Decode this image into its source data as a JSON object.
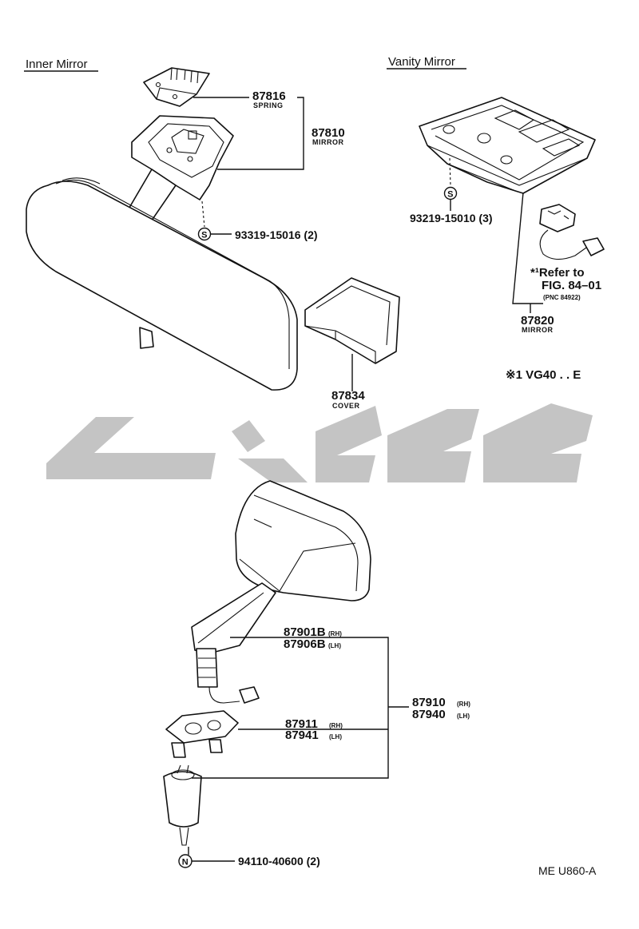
{
  "sections": {
    "inner_mirror": "Inner Mirror",
    "vanity_mirror": "Vanity Mirror"
  },
  "parts": {
    "p87816": {
      "number": "87816",
      "name": "SPRING"
    },
    "p87810": {
      "number": "87810",
      "name": "MIRROR"
    },
    "p93319": {
      "number": "93319-15016 (2)",
      "symbol": "S"
    },
    "p87834": {
      "number": "87834",
      "name": "COVER"
    },
    "p93219": {
      "number": "93219-15010 (3)",
      "symbol": "S"
    },
    "p87820": {
      "number": "87820",
      "name": "MIRROR"
    },
    "p87901B": {
      "number": "87901B",
      "side": "(RH)"
    },
    "p87906B": {
      "number": "87906B",
      "side": "(LH)"
    },
    "p87910": {
      "number": "87910",
      "side": "(RH)"
    },
    "p87940": {
      "number": "87940",
      "side": "(LH)"
    },
    "p87911": {
      "number": "87911",
      "side": "(RH)"
    },
    "p87941": {
      "number": "87941",
      "side": "(LH)"
    },
    "p94110": {
      "number": "94110-40600 (2)",
      "symbol": "N"
    }
  },
  "refer": {
    "line1": "*¹Refer to",
    "line2": "FIG. 84–01",
    "line3": "(PNC 84922)"
  },
  "footnote": "※1 VG40 . . E",
  "diagram_code": "ME U860-A",
  "watermark_color": "#c4c4c4"
}
